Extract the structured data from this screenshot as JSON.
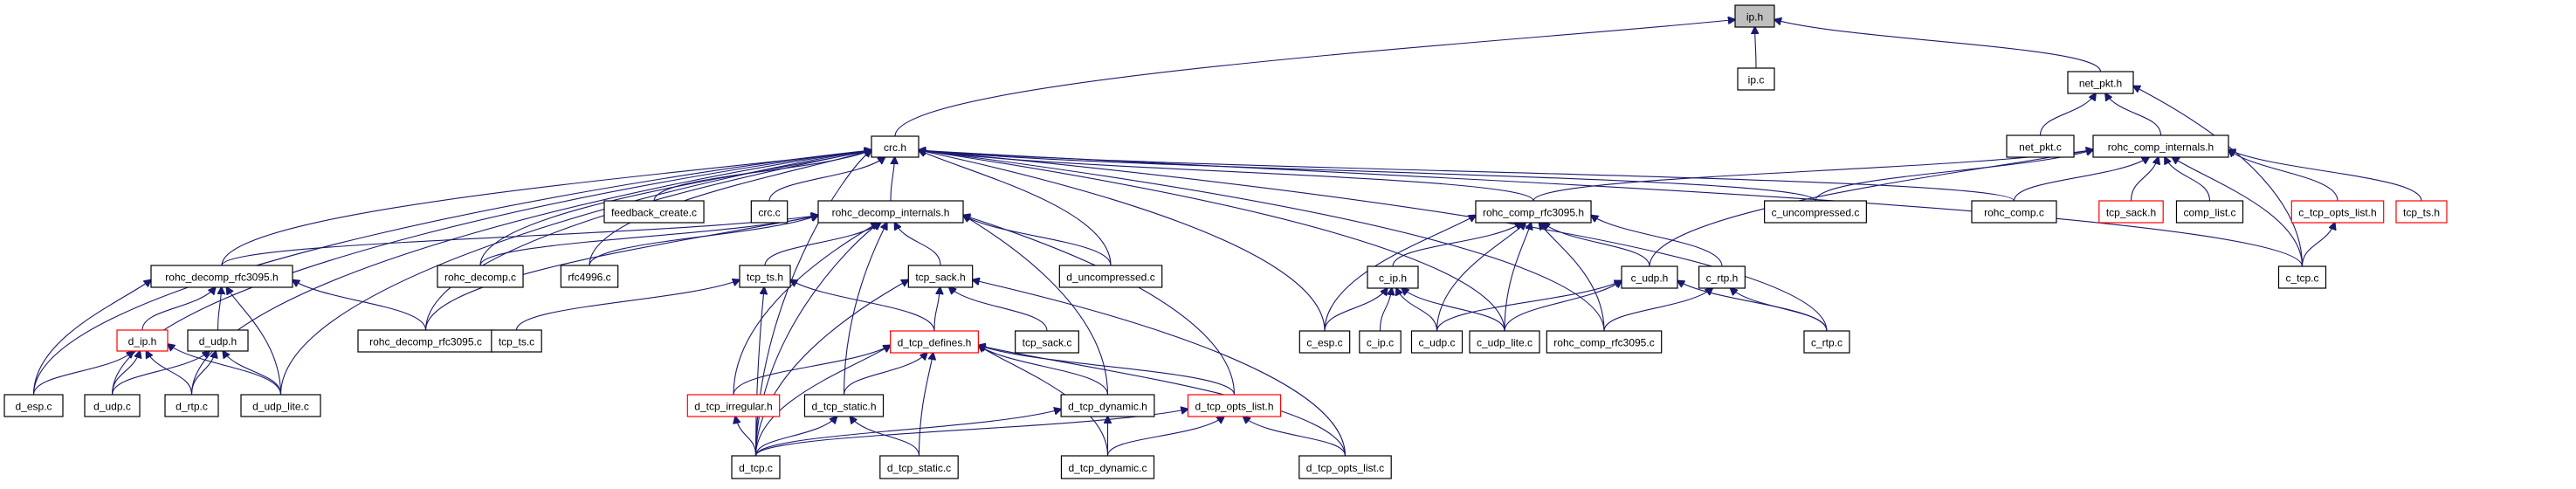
{
  "graph": {
    "title": "ip.h include dependency graph",
    "colors": {
      "edge": "#191970",
      "current_fill": "#bfbfbf",
      "truncated_border": "#ff0000",
      "box_border": "#000000"
    },
    "nodes": [
      {
        "id": "ip_h",
        "label": "ip.h",
        "current": true
      },
      {
        "id": "ip_c",
        "label": "ip.c"
      },
      {
        "id": "net_pkt_h",
        "label": "net_pkt.h"
      },
      {
        "id": "crc_h",
        "label": "crc.h"
      },
      {
        "id": "net_pkt_c",
        "label": "net_pkt.c"
      },
      {
        "id": "rohc_comp_internals_h",
        "label": "rohc_comp_internals.h"
      },
      {
        "id": "feedback_create_c",
        "label": "feedback_create.c"
      },
      {
        "id": "crc_c",
        "label": "crc.c"
      },
      {
        "id": "rohc_decomp_internals_h",
        "label": "rohc_decomp_internals.h"
      },
      {
        "id": "rohc_comp_rfc3095_h",
        "label": "rohc_comp_rfc3095.h"
      },
      {
        "id": "c_uncompressed_c",
        "label": "c_uncompressed.c"
      },
      {
        "id": "rohc_comp_c",
        "label": "rohc_comp.c"
      },
      {
        "id": "tcp_sack_h_c",
        "label": "tcp_sack.h",
        "truncated": true
      },
      {
        "id": "comp_list_c",
        "label": "comp_list.c"
      },
      {
        "id": "c_tcp_opts_list_h",
        "label": "c_tcp_opts_list.h",
        "truncated": true
      },
      {
        "id": "tcp_ts_h_c",
        "label": "tcp_ts.h",
        "truncated": true
      },
      {
        "id": "c_tcp_c",
        "label": "c_tcp.c"
      },
      {
        "id": "rohc_decomp_rfc3095_h",
        "label": "rohc_decomp_rfc3095.h"
      },
      {
        "id": "rohc_decomp_c",
        "label": "rohc_decomp.c"
      },
      {
        "id": "rfc4996_c",
        "label": "rfc4996.c"
      },
      {
        "id": "tcp_ts_h",
        "label": "tcp_ts.h"
      },
      {
        "id": "tcp_sack_h",
        "label": "tcp_sack.h"
      },
      {
        "id": "d_uncompressed_c",
        "label": "d_uncompressed.c"
      },
      {
        "id": "c_ip_h",
        "label": "c_ip.h"
      },
      {
        "id": "c_udp_h",
        "label": "c_udp.h"
      },
      {
        "id": "c_rtp_h",
        "label": "c_rtp.h"
      },
      {
        "id": "d_ip_h",
        "label": "d_ip.h",
        "truncated": true
      },
      {
        "id": "d_udp_h",
        "label": "d_udp.h"
      },
      {
        "id": "rohc_decomp_rfc3095_c",
        "label": "rohc_decomp_rfc3095.c"
      },
      {
        "id": "tcp_ts_c",
        "label": "tcp_ts.c"
      },
      {
        "id": "d_tcp_defines_h",
        "label": "d_tcp_defines.h",
        "truncated": true
      },
      {
        "id": "tcp_sack_c",
        "label": "tcp_sack.c"
      },
      {
        "id": "c_esp_c",
        "label": "c_esp.c"
      },
      {
        "id": "c_ip_c",
        "label": "c_ip.c"
      },
      {
        "id": "c_udp_c",
        "label": "c_udp.c"
      },
      {
        "id": "c_udp_lite_c",
        "label": "c_udp_lite.c"
      },
      {
        "id": "rohc_comp_rfc3095_c",
        "label": "rohc_comp_rfc3095.c"
      },
      {
        "id": "c_rtp_c",
        "label": "c_rtp.c"
      },
      {
        "id": "d_esp_c",
        "label": "d_esp.c"
      },
      {
        "id": "d_udp_c",
        "label": "d_udp.c"
      },
      {
        "id": "d_rtp_c",
        "label": "d_rtp.c"
      },
      {
        "id": "d_udp_lite_c",
        "label": "d_udp_lite.c"
      },
      {
        "id": "d_tcp_irregular_h",
        "label": "d_tcp_irregular.h",
        "truncated": true
      },
      {
        "id": "d_tcp_static_h",
        "label": "d_tcp_static.h"
      },
      {
        "id": "d_tcp_dynamic_h",
        "label": "d_tcp_dynamic.h"
      },
      {
        "id": "d_tcp_opts_list_h",
        "label": "d_tcp_opts_list.h",
        "truncated": true
      },
      {
        "id": "d_tcp_c",
        "label": "d_tcp.c"
      },
      {
        "id": "d_tcp_static_c",
        "label": "d_tcp_static.c"
      },
      {
        "id": "d_tcp_dynamic_c",
        "label": "d_tcp_dynamic.c"
      },
      {
        "id": "d_tcp_opts_list_c",
        "label": "d_tcp_opts_list.c"
      }
    ],
    "edges": [
      [
        "ip_c",
        "ip_h"
      ],
      [
        "crc_h",
        "ip_h"
      ],
      [
        "net_pkt_h",
        "ip_h"
      ],
      [
        "net_pkt_c",
        "net_pkt_h"
      ],
      [
        "rohc_comp_internals_h",
        "net_pkt_h"
      ],
      [
        "c_tcp_c",
        "net_pkt_h"
      ],
      [
        "feedback_create_c",
        "crc_h"
      ],
      [
        "crc_c",
        "crc_h"
      ],
      [
        "rohc_decomp_internals_h",
        "crc_h"
      ],
      [
        "rohc_comp_rfc3095_h",
        "crc_h"
      ],
      [
        "c_uncompressed_c",
        "crc_h"
      ],
      [
        "rohc_comp_c",
        "crc_h"
      ],
      [
        "c_tcp_c",
        "crc_h"
      ],
      [
        "rohc_decomp_rfc3095_h",
        "crc_h"
      ],
      [
        "rohc_decomp_c",
        "crc_h"
      ],
      [
        "rfc4996_c",
        "crc_h"
      ],
      [
        "d_uncompressed_c",
        "crc_h"
      ],
      [
        "rohc_decomp_rfc3095_c",
        "crc_h"
      ],
      [
        "c_esp_c",
        "crc_h"
      ],
      [
        "c_udp_lite_c",
        "crc_h"
      ],
      [
        "rohc_comp_rfc3095_c",
        "crc_h"
      ],
      [
        "c_rtp_c",
        "crc_h"
      ],
      [
        "d_esp_c",
        "crc_h"
      ],
      [
        "d_udp_c",
        "crc_h"
      ],
      [
        "d_rtp_c",
        "crc_h"
      ],
      [
        "d_udp_lite_c",
        "crc_h"
      ],
      [
        "d_tcp_c",
        "crc_h"
      ],
      [
        "rohc_comp_rfc3095_h",
        "rohc_comp_internals_h"
      ],
      [
        "c_uncompressed_c",
        "rohc_comp_internals_h"
      ],
      [
        "rohc_comp_c",
        "rohc_comp_internals_h"
      ],
      [
        "tcp_sack_h_c",
        "rohc_comp_internals_h"
      ],
      [
        "comp_list_c",
        "rohc_comp_internals_h"
      ],
      [
        "c_tcp_opts_list_h",
        "rohc_comp_internals_h"
      ],
      [
        "tcp_ts_h_c",
        "rohc_comp_internals_h"
      ],
      [
        "c_tcp_c",
        "rohc_comp_internals_h"
      ],
      [
        "c_udp_h",
        "rohc_comp_internals_h"
      ],
      [
        "c_tcp_c",
        "c_tcp_opts_list_h"
      ],
      [
        "rohc_decomp_rfc3095_h",
        "rohc_decomp_internals_h"
      ],
      [
        "rohc_decomp_c",
        "rohc_decomp_internals_h"
      ],
      [
        "rfc4996_c",
        "rohc_decomp_internals_h"
      ],
      [
        "tcp_ts_h",
        "rohc_decomp_internals_h"
      ],
      [
        "tcp_sack_h",
        "rohc_decomp_internals_h"
      ],
      [
        "d_uncompressed_c",
        "rohc_decomp_internals_h"
      ],
      [
        "rohc_decomp_rfc3095_c",
        "rohc_decomp_internals_h"
      ],
      [
        "d_tcp_static_h",
        "rohc_decomp_internals_h"
      ],
      [
        "d_tcp_dynamic_h",
        "rohc_decomp_internals_h"
      ],
      [
        "d_tcp_opts_list_h",
        "rohc_decomp_internals_h"
      ],
      [
        "d_tcp_irregular_h",
        "rohc_decomp_internals_h"
      ],
      [
        "d_tcp_c",
        "rohc_decomp_internals_h"
      ],
      [
        "c_ip_h",
        "rohc_comp_rfc3095_h"
      ],
      [
        "c_udp_h",
        "rohc_comp_rfc3095_h"
      ],
      [
        "c_esp_c",
        "rohc_comp_rfc3095_h"
      ],
      [
        "c_udp_c",
        "rohc_comp_rfc3095_h"
      ],
      [
        "c_udp_lite_c",
        "rohc_comp_rfc3095_h"
      ],
      [
        "rohc_comp_rfc3095_c",
        "rohc_comp_rfc3095_h"
      ],
      [
        "c_rtp_h",
        "rohc_comp_rfc3095_h"
      ],
      [
        "d_ip_h",
        "rohc_decomp_rfc3095_h"
      ],
      [
        "d_udp_h",
        "rohc_decomp_rfc3095_h"
      ],
      [
        "d_esp_c",
        "rohc_decomp_rfc3095_h"
      ],
      [
        "d_udp_lite_c",
        "rohc_decomp_rfc3095_h"
      ],
      [
        "rohc_decomp_rfc3095_c",
        "rohc_decomp_rfc3095_h"
      ],
      [
        "tcp_ts_c",
        "tcp_ts_h"
      ],
      [
        "d_tcp_defines_h",
        "tcp_ts_h"
      ],
      [
        "d_tcp_c",
        "tcp_ts_h"
      ],
      [
        "d_tcp_defines_h",
        "tcp_sack_h"
      ],
      [
        "tcp_sack_c",
        "tcp_sack_h"
      ],
      [
        "d_tcp_c",
        "tcp_sack_h"
      ],
      [
        "d_tcp_opts_list_c",
        "tcp_sack_h"
      ],
      [
        "c_esp_c",
        "c_ip_h"
      ],
      [
        "c_ip_c",
        "c_ip_h"
      ],
      [
        "c_udp_c",
        "c_ip_h"
      ],
      [
        "c_udp_lite_c",
        "c_ip_h"
      ],
      [
        "c_udp_c",
        "c_udp_h"
      ],
      [
        "c_udp_lite_c",
        "c_udp_h"
      ],
      [
        "c_rtp_c",
        "c_udp_h"
      ],
      [
        "rohc_comp_rfc3095_c",
        "c_rtp_h"
      ],
      [
        "c_rtp_c",
        "c_rtp_h"
      ],
      [
        "d_esp_c",
        "d_ip_h"
      ],
      [
        "d_udp_c",
        "d_ip_h"
      ],
      [
        "d_rtp_c",
        "d_ip_h"
      ],
      [
        "d_udp_lite_c",
        "d_ip_h"
      ],
      [
        "d_udp_c",
        "d_udp_h"
      ],
      [
        "d_rtp_c",
        "d_udp_h"
      ],
      [
        "d_udp_lite_c",
        "d_udp_h"
      ],
      [
        "d_tcp_irregular_h",
        "d_tcp_defines_h"
      ],
      [
        "d_tcp_static_h",
        "d_tcp_defines_h"
      ],
      [
        "d_tcp_dynamic_h",
        "d_tcp_defines_h"
      ],
      [
        "d_tcp_opts_list_h",
        "d_tcp_defines_h"
      ],
      [
        "d_tcp_c",
        "d_tcp_defines_h"
      ],
      [
        "d_tcp_static_c",
        "d_tcp_defines_h"
      ],
      [
        "d_tcp_dynamic_c",
        "d_tcp_defines_h"
      ],
      [
        "d_tcp_opts_list_c",
        "d_tcp_defines_h"
      ],
      [
        "d_tcp_c",
        "d_tcp_irregular_h"
      ],
      [
        "d_tcp_c",
        "d_tcp_static_h"
      ],
      [
        "d_tcp_static_c",
        "d_tcp_static_h"
      ],
      [
        "d_tcp_c",
        "d_tcp_dynamic_h"
      ],
      [
        "d_tcp_dynamic_c",
        "d_tcp_dynamic_h"
      ],
      [
        "d_tcp_c",
        "d_tcp_opts_list_h"
      ],
      [
        "d_tcp_dynamic_c",
        "d_tcp_opts_list_h"
      ],
      [
        "d_tcp_opts_list_c",
        "d_tcp_opts_list_h"
      ]
    ]
  }
}
